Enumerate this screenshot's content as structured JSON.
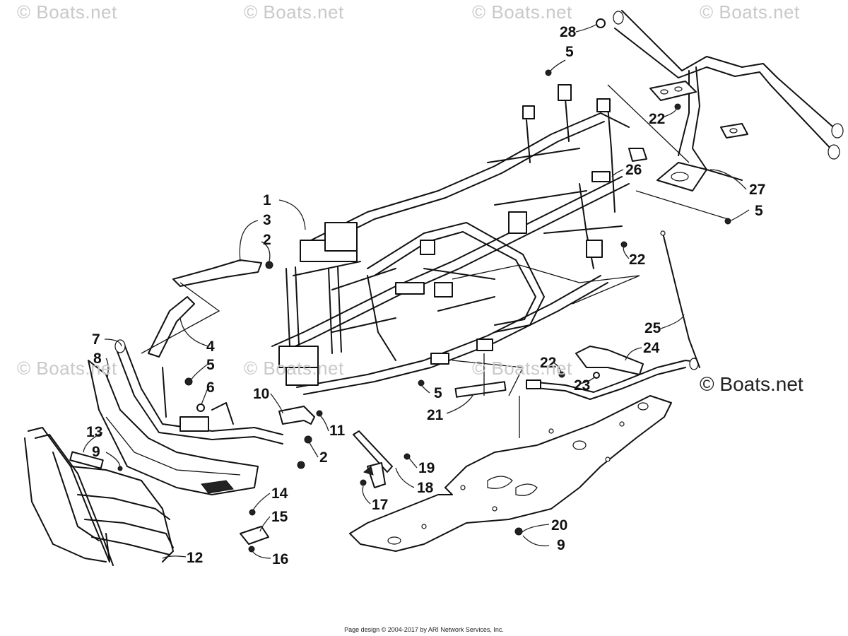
{
  "watermarks": [
    "© Boats.net",
    "© Boats.net",
    "© Boats.net",
    "© Boats.net",
    "© Boats.net",
    "© Boats.net",
    "© Boats.net"
  ],
  "brand_mark": "© Boats.net",
  "footer": "Page design © 2004-2017 by ARI Network Services, Inc.",
  "callouts": {
    "c1": "1",
    "c2a": "2",
    "c2b": "2",
    "c3": "3",
    "c4": "4",
    "c5a": "5",
    "c5b": "5",
    "c5c": "5",
    "c5d": "5",
    "c6": "6",
    "c7": "7",
    "c8": "8",
    "c9a": "9",
    "c9b": "9",
    "c10": "10",
    "c11": "11",
    "c12": "12",
    "c13": "13",
    "c14": "14",
    "c15": "15",
    "c16": "16",
    "c17": "17",
    "c18": "18",
    "c19": "19",
    "c20": "20",
    "c21": "21",
    "c22a": "22",
    "c22b": "22",
    "c22c": "22",
    "c23": "23",
    "c24": "24",
    "c25": "25",
    "c26": "26",
    "c27": "27",
    "c28": "28"
  }
}
